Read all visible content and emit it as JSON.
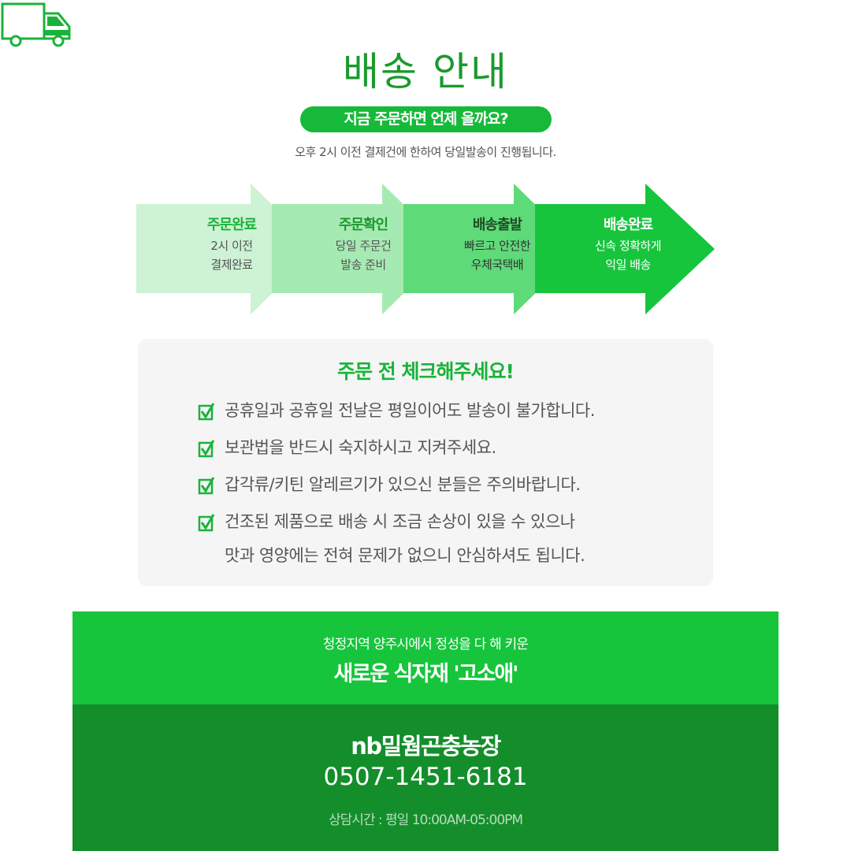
{
  "header": {
    "title": "배송 안내",
    "pill": "지금 주문하면 언제 올까요?",
    "subtitle": "오후 2시 이전 결제건에 한하여 당일발송이 진행됩니다."
  },
  "steps": [
    {
      "title": "주문완료",
      "desc1": "2시 이전",
      "desc2": "결제완료",
      "fill": "#cdf2d4",
      "title_color": "#19b33a",
      "text_color": "#555555"
    },
    {
      "title": "주문확인",
      "desc1": "당일 주문건",
      "desc2": "발송 준비",
      "fill": "#a6eab3",
      "title_color": "#1a9a2c",
      "text_color": "#555555"
    },
    {
      "title": "배송출발",
      "desc1": "빠르고 안전한",
      "desc2": "우체국택배",
      "fill": "#5fda79",
      "title_color": "#1f4d24",
      "text_color": "#333333"
    },
    {
      "title": "배송완료",
      "desc1": "신속 정확하게",
      "desc2": "익일 배송",
      "fill": "#16c53c",
      "title_color": "#ffffff",
      "text_color": "#ffffff"
    }
  ],
  "checklist": {
    "title": "주문 전 체크해주세요!",
    "items": [
      {
        "text": "공휴일과 공휴일 전날은 평일이어도 발송이 불가합니다.",
        "text2": ""
      },
      {
        "text": "보관법을 반드시 숙지하시고 지켜주세요.",
        "text2": ""
      },
      {
        "text": "갑각류/키틴 알레르기가 있으신 분들은 주의바랍니다.",
        "text2": ""
      },
      {
        "text": "건조된 제품으로 배송 시 조금 손상이 있을 수 있으나",
        "text2": "맛과 영양에는 전혀 문제가 없으니 안심하셔도 됩니다."
      }
    ]
  },
  "banner": {
    "tagline": "청정지역 양주시에서 정성을 다 해 키운",
    "slogan": "새로운 식자재 '고소애'",
    "farm_name": "nb밀웜곤충농장",
    "phone": "0507-1451-6181",
    "hours": "상담시간 : 평일 10:00AM-05:00PM"
  },
  "colors": {
    "brand_green": "#16c53c",
    "dark_green": "#138e2b",
    "title_green": "#1a9a2c"
  }
}
